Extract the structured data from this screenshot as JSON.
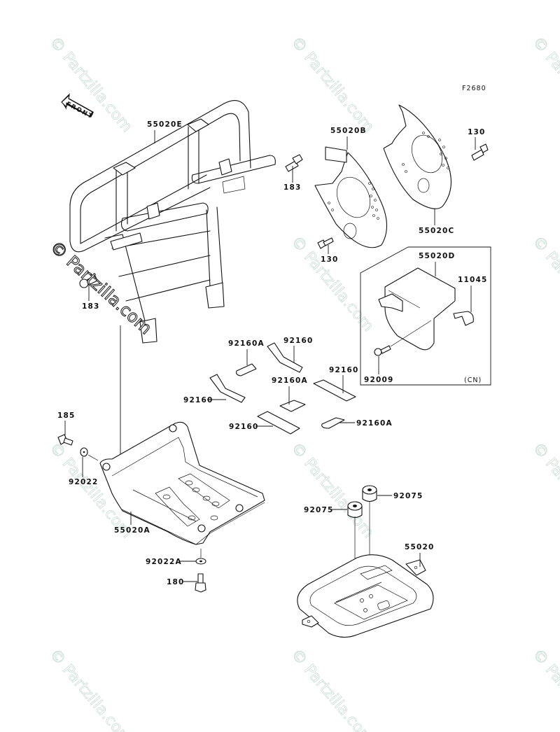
{
  "diagram": {
    "figure_code": "F2680",
    "front_arrow_label": "FRONT",
    "inset_region_code": "(CN)",
    "watermark_text": "© Partzilla.com",
    "parts": [
      {
        "id": "55020E",
        "name": "front-bumper-guard"
      },
      {
        "id": "183",
        "name": "bolt"
      },
      {
        "id": "55020B",
        "name": "brake-guard-left"
      },
      {
        "id": "55020C",
        "name": "brake-guard-right"
      },
      {
        "id": "130",
        "name": "bolt"
      },
      {
        "id": "55020D",
        "name": "guard-cn"
      },
      {
        "id": "11045",
        "name": "bracket"
      },
      {
        "id": "92009",
        "name": "screw"
      },
      {
        "id": "92160A",
        "name": "damper-pad"
      },
      {
        "id": "92160",
        "name": "damper-pad"
      },
      {
        "id": "185",
        "name": "bolt"
      },
      {
        "id": "92022",
        "name": "washer"
      },
      {
        "id": "55020A",
        "name": "skid-plate"
      },
      {
        "id": "92022A",
        "name": "washer"
      },
      {
        "id": "180",
        "name": "bolt"
      },
      {
        "id": "92075",
        "name": "damper"
      },
      {
        "id": "55020",
        "name": "battery-tray"
      }
    ],
    "labels": {
      "l55020E": "55020E",
      "l183a": "183",
      "l183b": "183",
      "l55020B": "55020B",
      "l55020C": "55020C",
      "l130a": "130",
      "l130b": "130",
      "l55020D": "55020D",
      "l11045": "11045",
      "l92009": "92009",
      "l92160Aa": "92160A",
      "l92160Ab": "92160A",
      "l92160Ac": "92160A",
      "l92160a": "92160",
      "l92160b": "92160",
      "l92160c": "92160",
      "l92160d": "92160",
      "l185": "185",
      "l92022": "92022",
      "l55020A": "55020A",
      "l92022A": "92022A",
      "l180": "180",
      "l92075a": "92075",
      "l92075b": "92075",
      "l55020": "55020"
    }
  }
}
